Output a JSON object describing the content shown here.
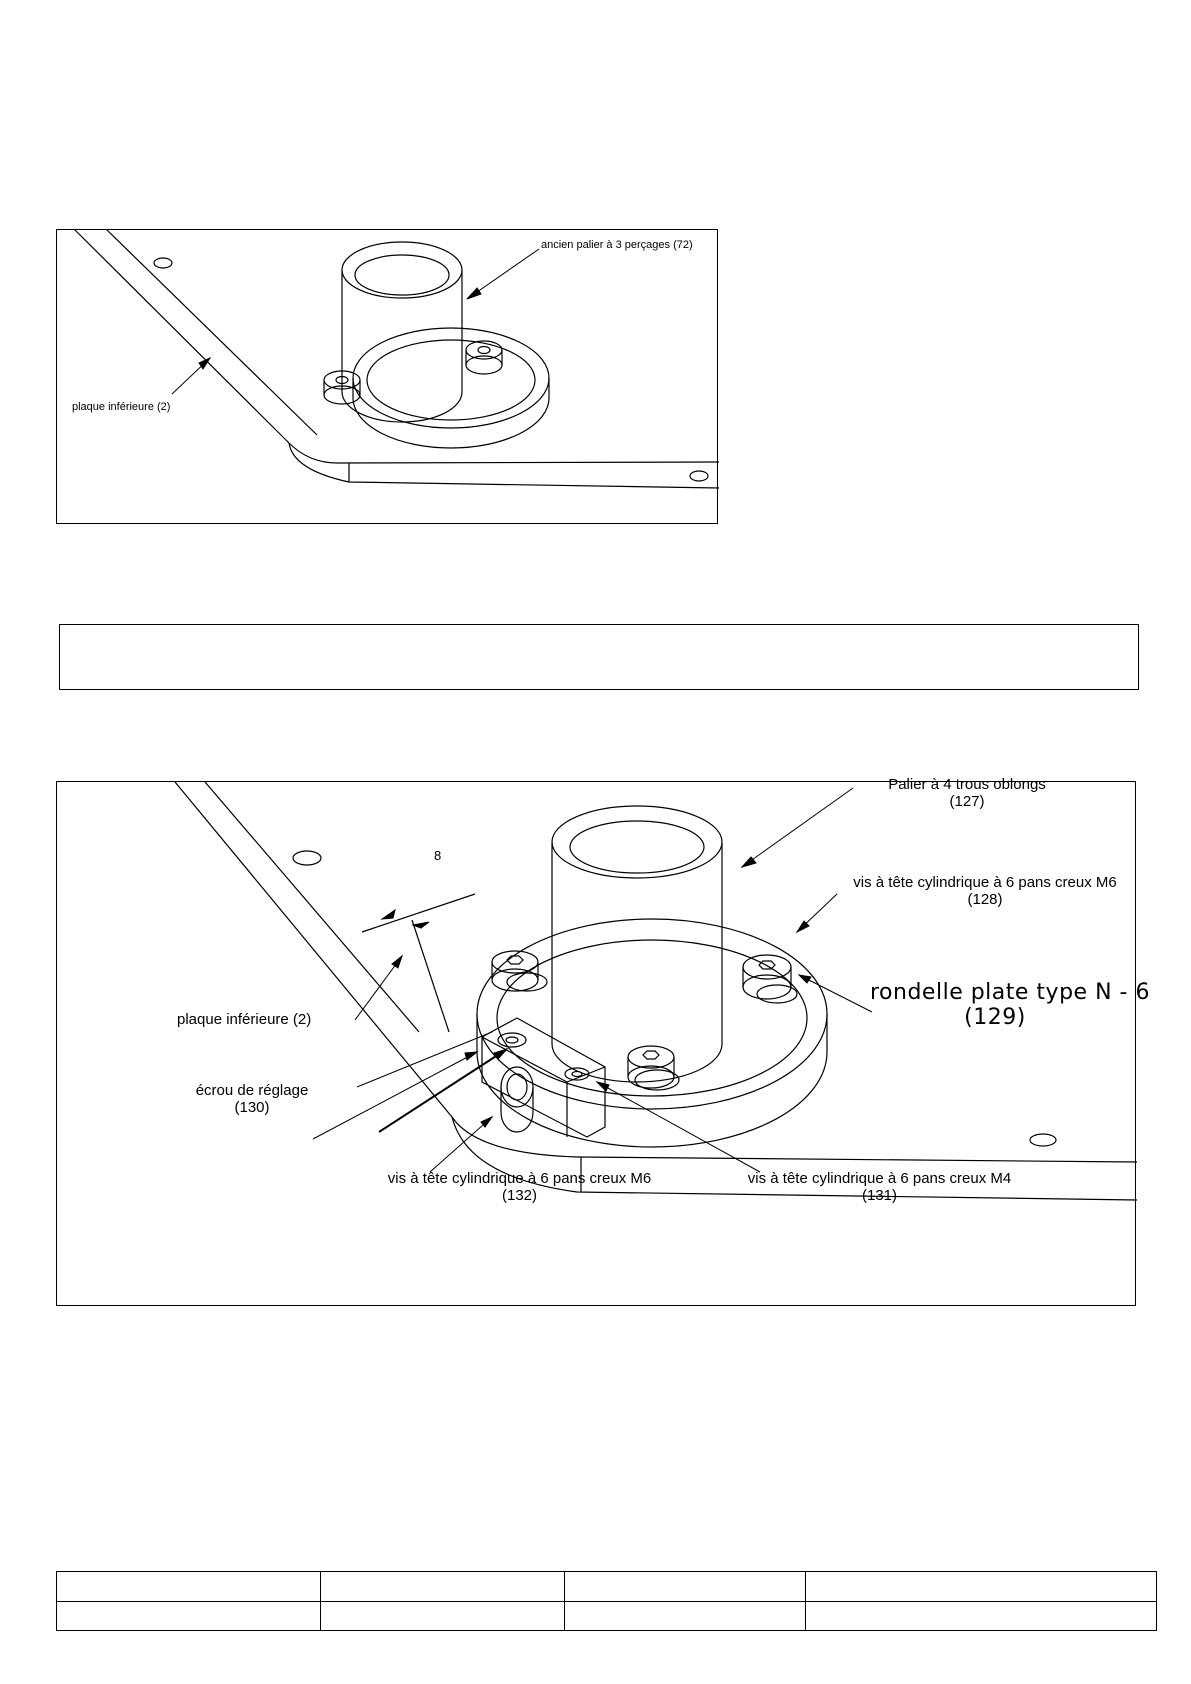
{
  "figure1": {
    "labels": {
      "bearing": "ancien palier à 3 perçages (72)",
      "plate": "plaque inférieure (2)"
    }
  },
  "note": {
    "text": ""
  },
  "figure2": {
    "labels": {
      "bearing": "Palier à 4 trous oblongs",
      "bearing_ref": "(127)",
      "screw_m6_top": "vis à tête cylindrique à 6 pans creux M6",
      "screw_m6_top_ref": "(128)",
      "washer": "rondelle plate type N - 6",
      "washer_ref": "(129)",
      "plate": "plaque inférieure (2)",
      "nut": "écrou de réglage",
      "nut_ref": "(130)",
      "screw_m6_bottom": "vis à tête cylindrique à 6 pans creux M6",
      "screw_m6_bottom_ref": "(132)",
      "screw_m4": "vis à tête cylindrique à 6 pans creux M4",
      "screw_m4_ref": "(131)",
      "dimension": "8"
    }
  },
  "footer_table": {
    "rows": [
      [
        "",
        "",
        "",
        ""
      ],
      [
        "",
        "",
        "",
        ""
      ]
    ]
  }
}
